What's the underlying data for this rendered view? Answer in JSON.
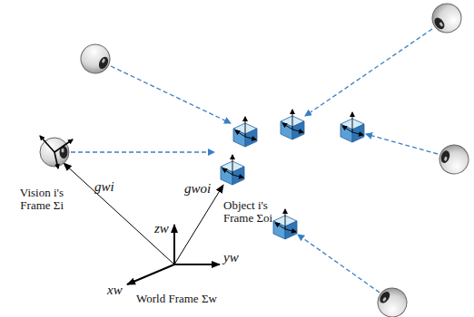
{
  "diagram": {
    "labels": [
      "gwi",
      "gwoi",
      "Vision i's Frame Σi",
      "Object i's Frame Σoi",
      "zw",
      "yw",
      "xw",
      "World Frame Σw"
    ]
  }
}
